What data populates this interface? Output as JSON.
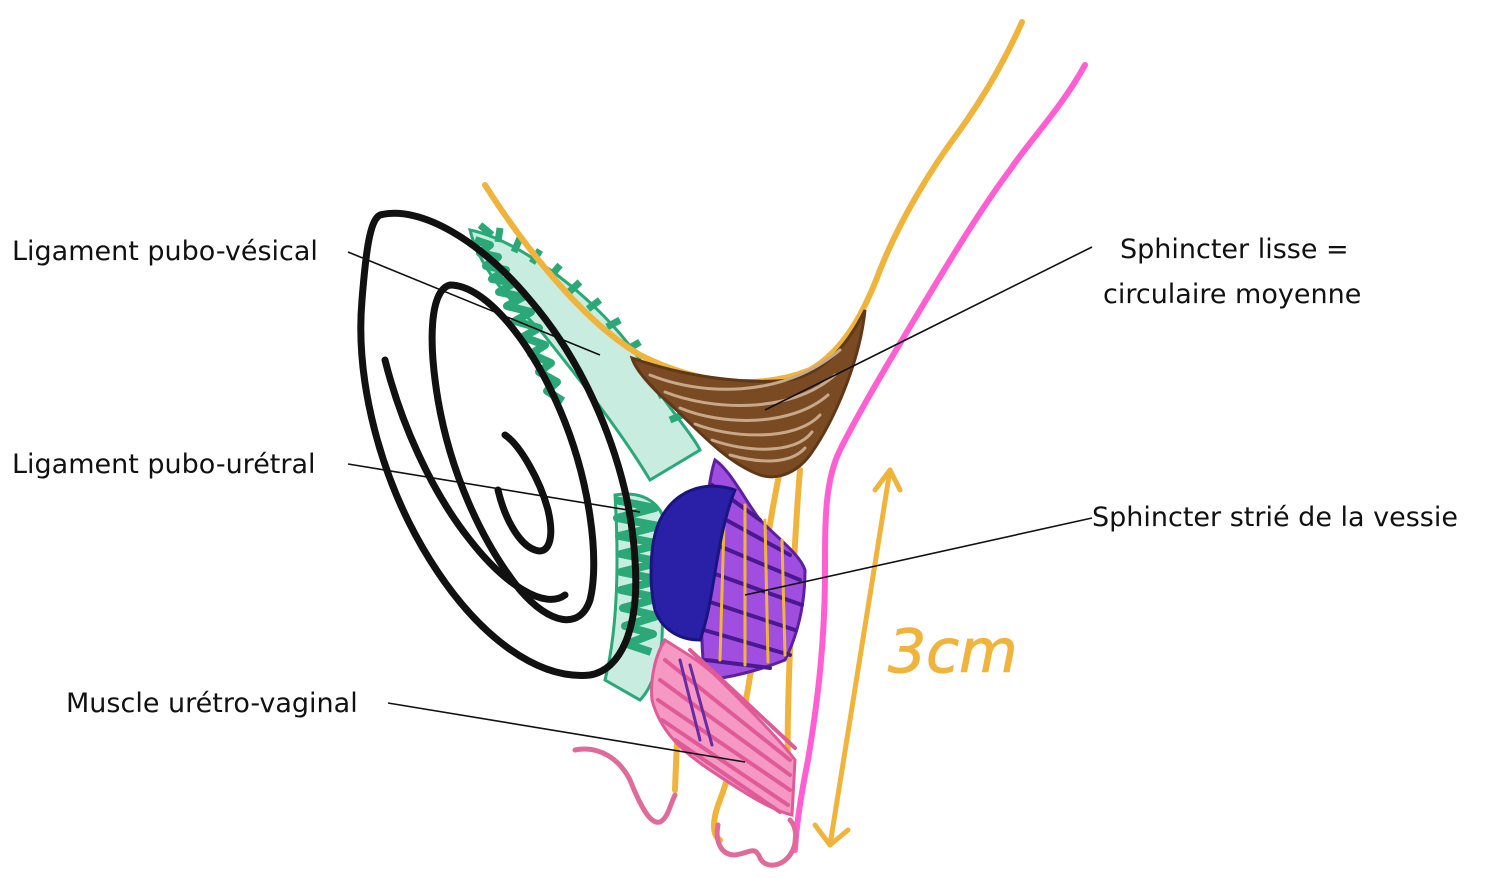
{
  "labels": {
    "pubo_vesical": "Ligament pubo-vésical",
    "pubo_uretral": "Ligament pubo-urétral",
    "uretro_vaginal": "Muscle urétro-vaginal",
    "sphincter_lisse_line1": "Sphincter lisse  =",
    "sphincter_lisse_line2": "circulaire moyenne",
    "sphincter_strie": "Sphincter strié de la vessie",
    "length": "3cm"
  },
  "colors": {
    "pubic_bone": "#111111",
    "ligament": "#2aa878",
    "ligament_light": "#c9ece0",
    "smooth_sphincter": "#7a4a22",
    "striated_sphincter": "#a04ee0",
    "striated_sphincter_dark": "#2a20a8",
    "uretro_vaginal": "#f06aa6",
    "urethra": "#f0b43c",
    "vagina": "#ff5fd2",
    "measure_arrow": "#f0b43c",
    "leader": "#111111"
  }
}
